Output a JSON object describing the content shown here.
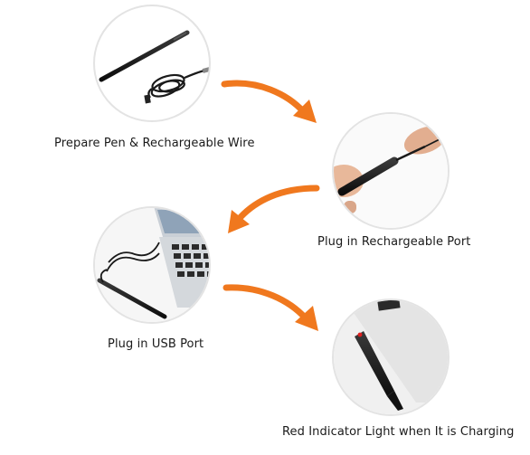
{
  "steps": [
    {
      "label": "Prepare Pen & Rechargeable Wire",
      "icon": "pen-and-cable-icon"
    },
    {
      "label": "Plug in Rechargeable Port",
      "icon": "hands-plugging-pen-icon"
    },
    {
      "label": "Plug in USB Port",
      "icon": "pen-plugged-into-laptop-icon"
    },
    {
      "label": "Red Indicator Light when It is Charging",
      "icon": "pen-on-tablet-icon"
    }
  ],
  "colors": {
    "arrow": "#f0781e",
    "circle_border": "#e3e3e3",
    "pen": "#1c1c1c",
    "indicator": "#e02020"
  }
}
